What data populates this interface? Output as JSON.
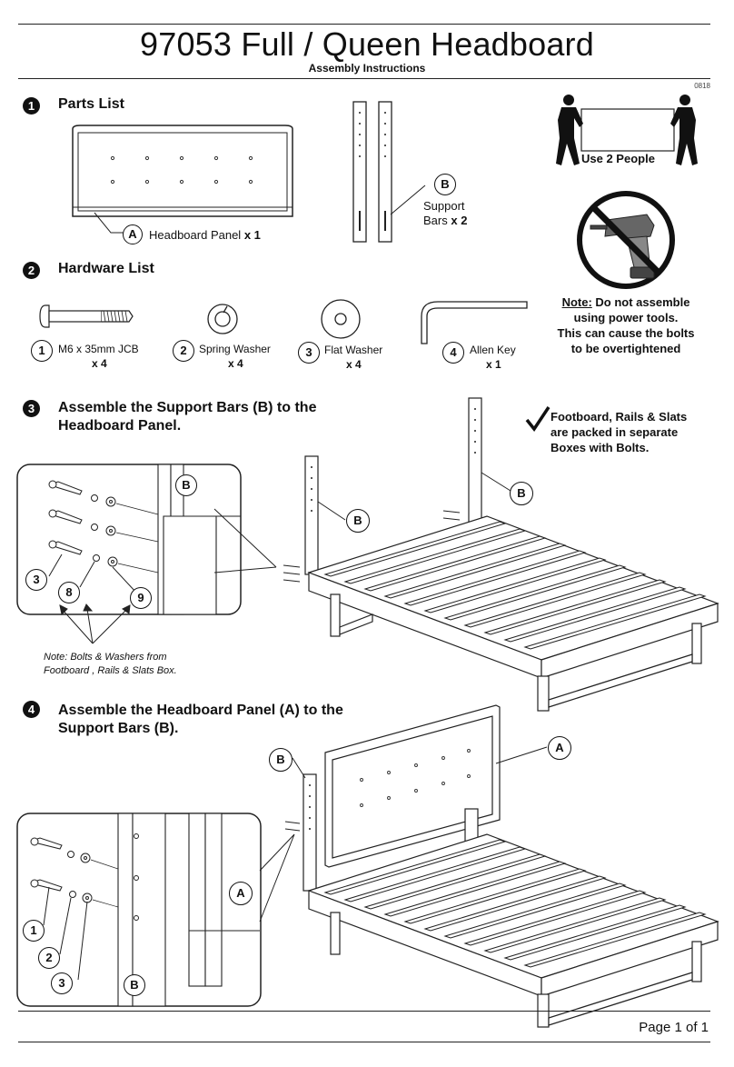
{
  "header": {
    "title": "97053 Full / Queen Headboard",
    "subtitle": "Assembly Instructions",
    "code": "0818"
  },
  "steps": [
    {
      "num": "1",
      "title": "Parts List"
    },
    {
      "num": "2",
      "title": "Hardware List"
    },
    {
      "num": "3",
      "title": "Assemble the Support Bars (B) to the Headboard Panel."
    },
    {
      "num": "4",
      "title": "Assemble the Headboard Panel (A) to the Support Bars (B)."
    }
  ],
  "parts": [
    {
      "letter": "A",
      "name": "Headboard Panel",
      "qty": "x 1"
    },
    {
      "letter": "B",
      "name_line1": "Support",
      "name_line2": "Bars",
      "qty": "x 2"
    }
  ],
  "hardware": [
    {
      "num": "1",
      "name": "M6 x 35mm JCB",
      "qty": "x 4"
    },
    {
      "num": "2",
      "name": "Spring Washer",
      "qty": "x 4"
    },
    {
      "num": "3",
      "name": "Flat Washer",
      "qty": "x 4"
    },
    {
      "num": "4",
      "name": "Allen Key",
      "qty": "x 1"
    }
  ],
  "notices": {
    "two_people": "Use 2 People",
    "note_label": "Note:",
    "note_line1": "Do not assemble",
    "note_line2": "using power tools.",
    "note_line3": "This can cause the bolts",
    "note_line4": "to be overtightened",
    "packed_line1": "Footboard, Rails & Slats",
    "packed_line2": "are packed in separate",
    "packed_line3": "Boxes with Bolts."
  },
  "step3_detail": {
    "callouts": [
      "B",
      "3",
      "8",
      "9",
      "B"
    ],
    "note_line1": "Note: Bolts & Washers from",
    "note_line2": "Footboard , Rails & Slats Box."
  },
  "step4_detail": {
    "callouts": [
      "B",
      "A",
      "A",
      "1",
      "2",
      "3",
      "B"
    ]
  },
  "footer": {
    "page": "Page 1 of 1"
  },
  "icons": [
    "two-people-carrying-icon",
    "no-power-drill-icon",
    "checkmark-icon"
  ]
}
